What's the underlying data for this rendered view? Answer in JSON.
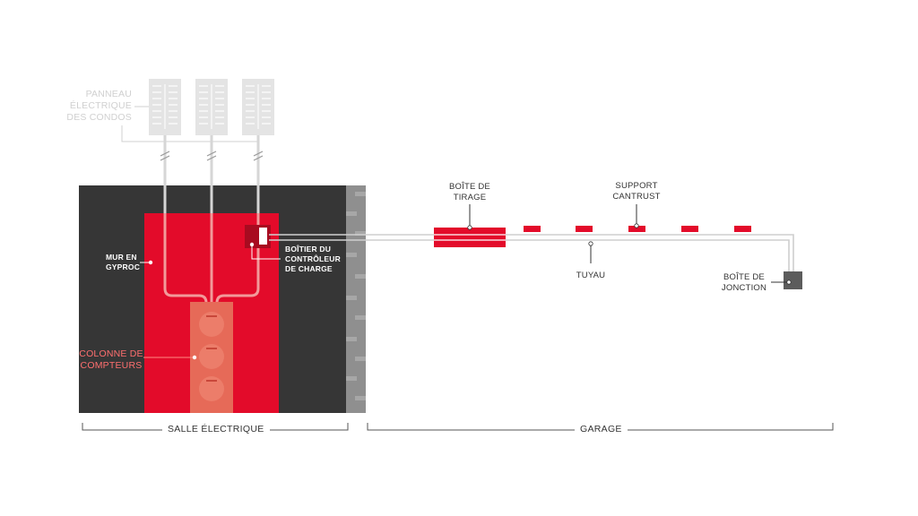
{
  "labels": {
    "panels": "PANNEAU\nÉLECTRIQUE\nDES CONDOS",
    "drywall": "MUR EN\nGYPROC",
    "meter_column": "COLONNE DE\nCOMPTEURS",
    "controller_box": "BOÎTIER DU\nCONTRÔLEUR\nDE CHARGE",
    "pull_box": "BOÎTE DE\nTIRAGE",
    "support": "SUPPORT\nCANTRUST",
    "pipe": "TUYAU",
    "junction_box": "BOÎTE DE\nJONCTION"
  },
  "sections": {
    "electrical_room": "SALLE ÉLECTRIQUE",
    "garage": "GARAGE"
  },
  "colors": {
    "wall_dark": "#363636",
    "red": "#e30b2a",
    "dark_red": "#a80b20",
    "meter_column": "#e66a58",
    "meter_circle": "#ec7d6a",
    "panel_gray": "#e4e4e4",
    "pipe_gray": "#cfcfcf",
    "brick_wall": "#8f8f8f",
    "junction_box": "#5c5c5c"
  }
}
